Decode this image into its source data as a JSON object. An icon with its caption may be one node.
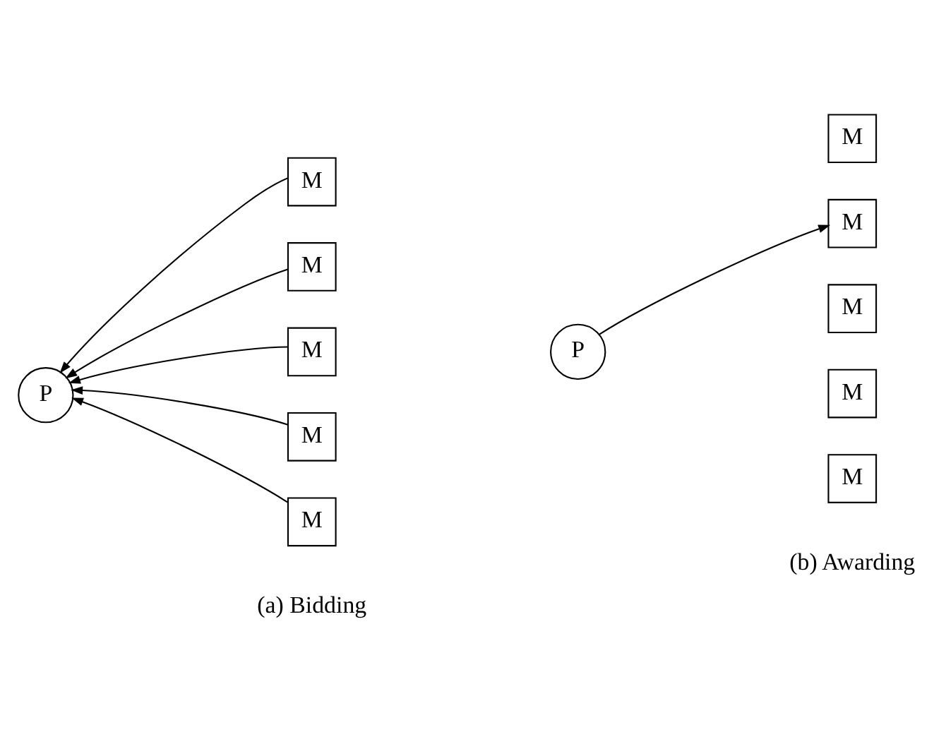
{
  "diagram": {
    "nodes": [
      {
        "text": [
          "P"
        ]
      },
      {
        "text": [
          "M"
        ]
      },
      {
        "text": [
          "M"
        ]
      },
      {
        "text": [
          "M"
        ]
      },
      {
        "text": [
          "M"
        ]
      },
      {
        "text": [
          "M"
        ]
      },
      {
        "text": [
          "P"
        ]
      },
      {
        "text": [
          "M"
        ]
      },
      {
        "text": [
          "M"
        ]
      },
      {
        "text": [
          "M"
        ]
      },
      {
        "text": [
          "M"
        ]
      },
      {
        "text": [
          "M"
        ]
      }
    ],
    "edges": [
      {
        "from": 1,
        "to": 0,
        "arrow": "to"
      },
      {
        "from": 2,
        "to": 0,
        "arrow": "to"
      },
      {
        "from": 3,
        "to": 0,
        "arrow": "to"
      },
      {
        "from": 4,
        "to": 0,
        "arrow": "to"
      },
      {
        "from": 5,
        "to": 0,
        "arrow": "to"
      },
      {
        "from": 6,
        "to": 8,
        "arrow": "to"
      }
    ],
    "labels": [
      "(a) Bidding",
      "(b) Awarding"
    ]
  }
}
